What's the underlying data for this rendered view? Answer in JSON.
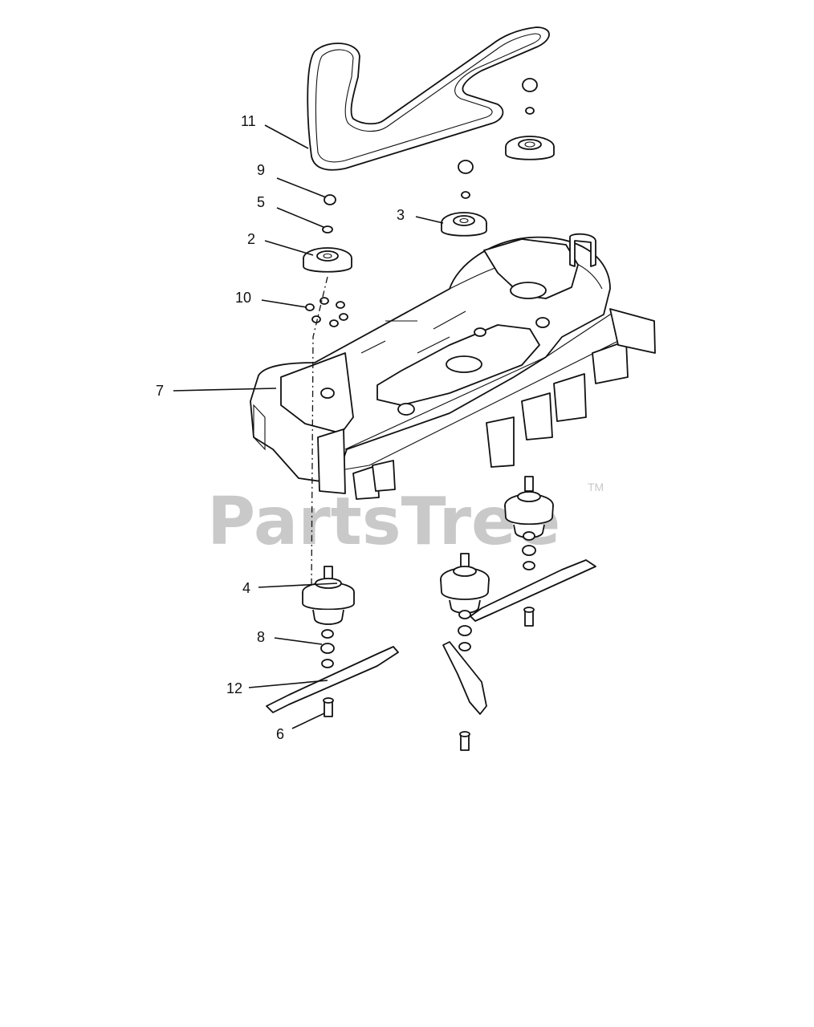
{
  "watermark": {
    "text": "PartsTree",
    "trademark": "TM"
  },
  "callouts": [
    {
      "id": "11",
      "label": "11"
    },
    {
      "id": "9",
      "label": "9"
    },
    {
      "id": "5",
      "label": "5"
    },
    {
      "id": "2",
      "label": "2"
    },
    {
      "id": "3",
      "label": "3"
    },
    {
      "id": "10",
      "label": "10"
    },
    {
      "id": "7",
      "label": "7"
    },
    {
      "id": "4",
      "label": "4"
    },
    {
      "id": "8",
      "label": "8"
    },
    {
      "id": "12",
      "label": "12"
    },
    {
      "id": "6",
      "label": "6"
    }
  ]
}
